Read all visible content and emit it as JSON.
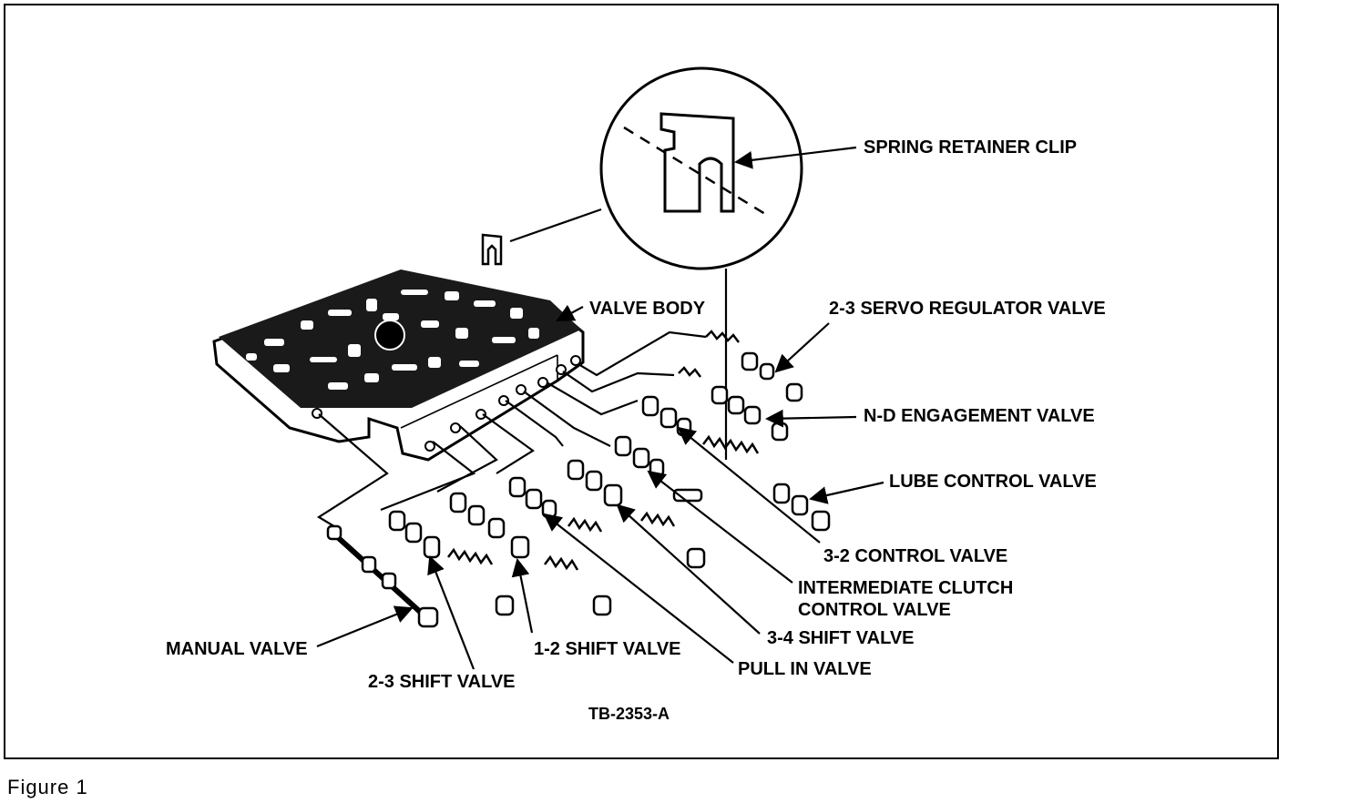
{
  "labels": {
    "spring_retainer_clip": "SPRING RETAINER CLIP",
    "valve_body": "VALVE BODY",
    "servo_regulator_valve": "2-3 SERVO REGULATOR VALVE",
    "nd_engagement_valve": "N-D ENGAGEMENT VALVE",
    "lube_control_valve": "LUBE CONTROL VALVE",
    "control_valve_32": "3-2 CONTROL VALVE",
    "intermediate_clutch_line1": "INTERMEDIATE CLUTCH",
    "intermediate_clutch_line2": "CONTROL  VALVE",
    "shift_valve_34": "3-4 SHIFT VALVE",
    "pull_in_valve": "PULL IN VALVE",
    "shift_valve_12": "1-2 SHIFT VALVE",
    "shift_valve_23": "2-3 SHIFT VALVE",
    "manual_valve": "MANUAL VALVE"
  },
  "figure_id": "TB-2353-A",
  "caption": "Figure  1"
}
